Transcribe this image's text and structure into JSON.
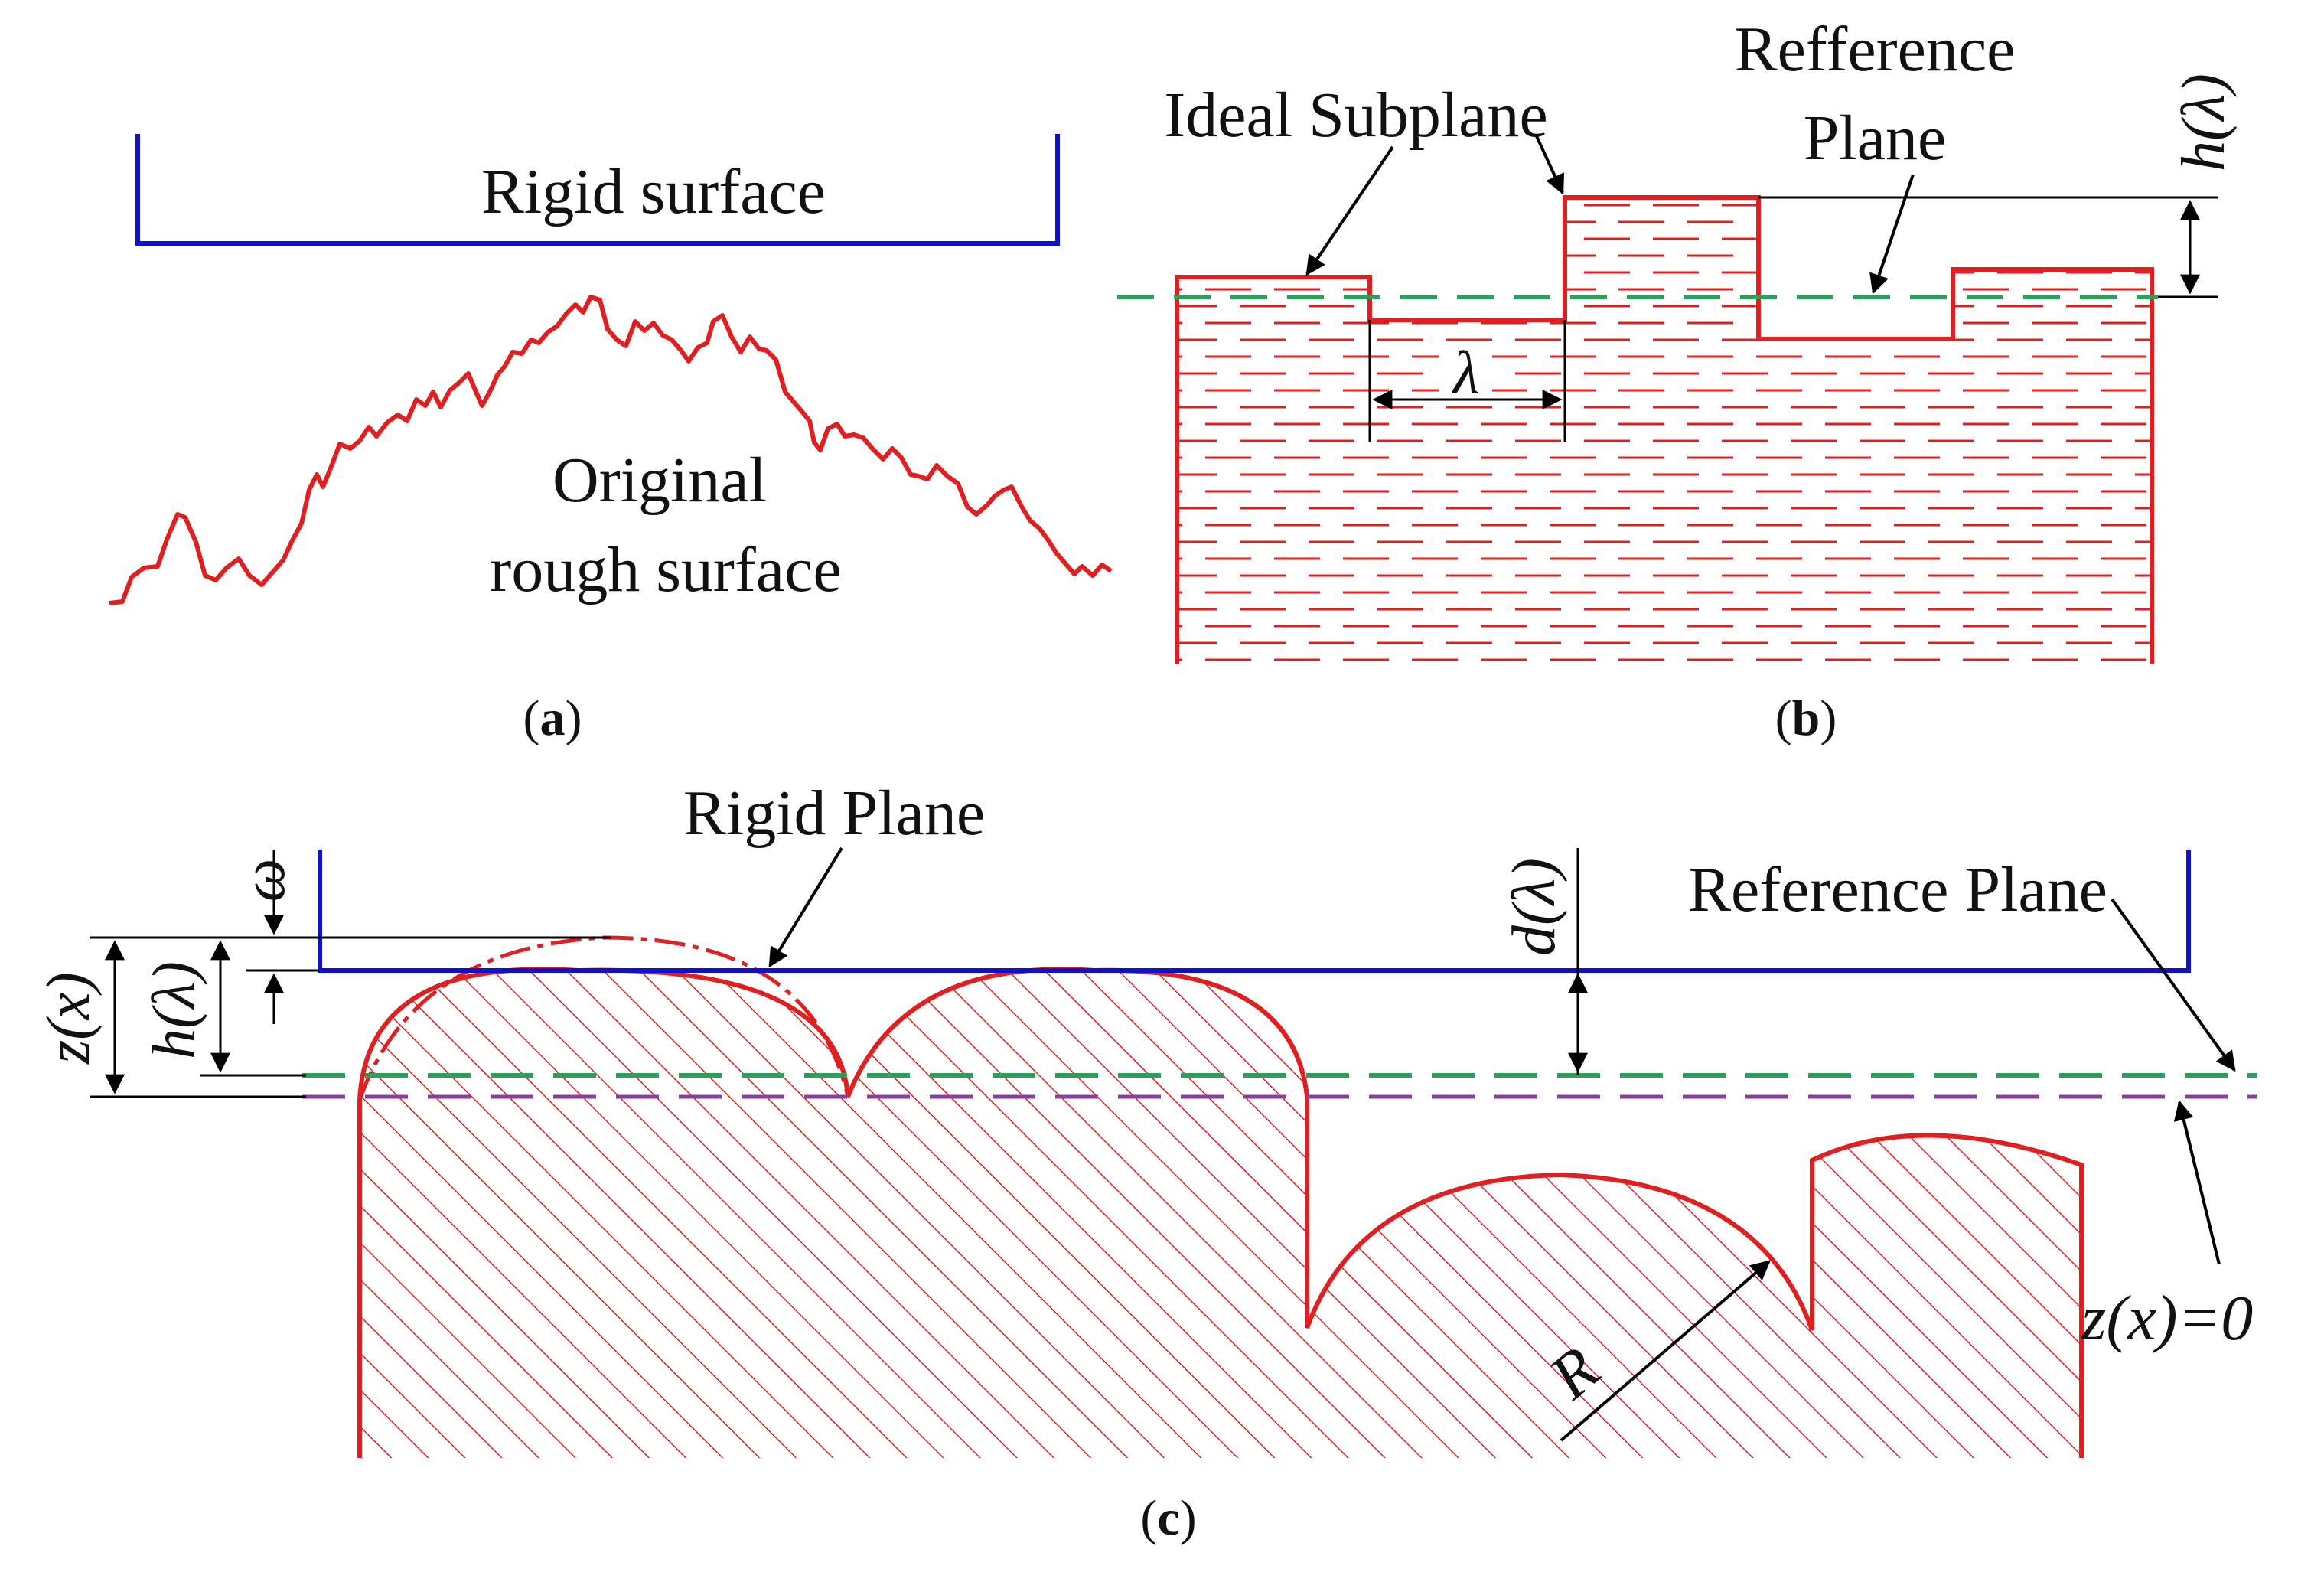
{
  "colors": {
    "rigid": "#1010c8",
    "profile": "#e02020",
    "hatch": "#e02020",
    "reference": "#2ca05a",
    "zero_line": "#8a3fa0",
    "annotation": "#000000",
    "background": "#ffffff"
  },
  "panel_a": {
    "rigid_label": "Rigid surface",
    "rough_label_line1": "Original",
    "rough_label_line2": "rough surface",
    "caption_open": "(",
    "caption_letter": "a",
    "caption_close": ")"
  },
  "panel_b": {
    "ideal_label": "Ideal Subplane",
    "ref_label_line1": "Refference",
    "ref_label_line2": "Plane",
    "h_label": "h(λ)",
    "lambda_label": "λ",
    "caption_open": "(",
    "caption_letter": "b",
    "caption_close": ")"
  },
  "panel_c": {
    "rigid_label": "Rigid Plane",
    "ref_label": "Reference Plane",
    "omega_label": "ω",
    "z_label": "z(x)",
    "h_label": "h(λ)",
    "d_label": "d(λ)",
    "r_label": "R",
    "zero_label": "z(x)=0",
    "caption_open": "(",
    "caption_letter": "c",
    "caption_close": ")"
  }
}
